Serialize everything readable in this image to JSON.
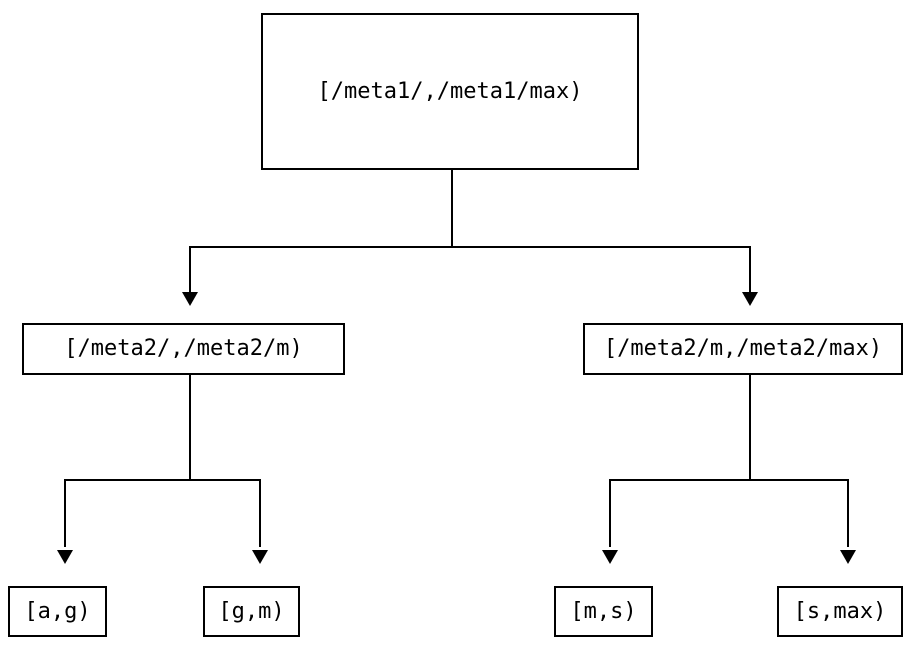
{
  "diagram": {
    "type": "tree",
    "root": {
      "label": "[/meta1/,/meta1/max)"
    },
    "level2": [
      {
        "label": "[/meta2/,/meta2/m)"
      },
      {
        "label": "[/meta2/m,/meta2/max)"
      }
    ],
    "leaves": [
      {
        "label": "[a,g)"
      },
      {
        "label": "[g,m)"
      },
      {
        "label": "[m,s)"
      },
      {
        "label": "[s,max)"
      }
    ],
    "colors": {
      "line": "#000000",
      "text": "#000000",
      "background": "#ffffff"
    }
  }
}
